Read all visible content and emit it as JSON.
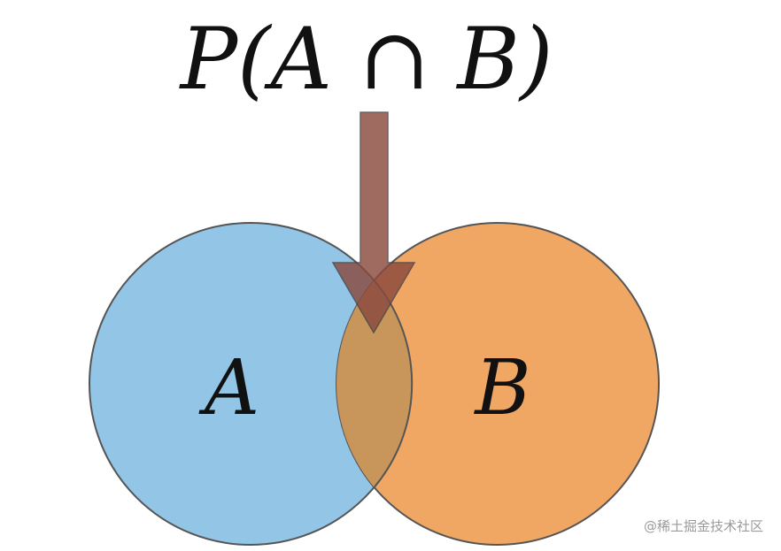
{
  "title": {
    "text": "P(A ∩ B)"
  },
  "sets": {
    "a": {
      "label": "A",
      "fill": "#92c5e6",
      "stroke": "#555555"
    },
    "b": {
      "label": "B",
      "fill": "#f1a764",
      "stroke": "#555555"
    },
    "overlap_fill": "#c8955a"
  },
  "arrow": {
    "fill": "#8a4a3e"
  },
  "watermark": {
    "text": "@稀土掘金技术社区"
  }
}
